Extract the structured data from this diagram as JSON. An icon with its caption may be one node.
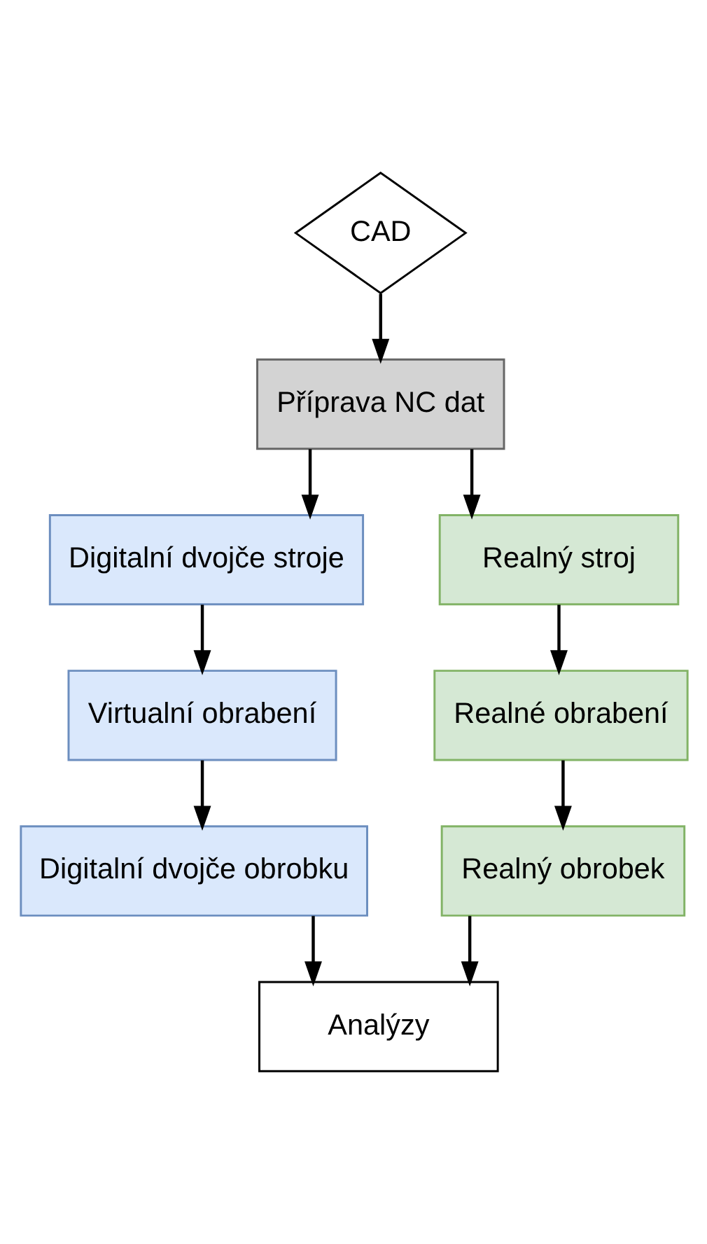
{
  "diagram": {
    "nodes": [
      {
        "text": [
          "CAD"
        ]
      },
      {
        "text": [
          "Příprava NC dat"
        ]
      },
      {
        "text": [
          "Digitalní dvojče stroje"
        ]
      },
      {
        "text": [
          "Realný stroj"
        ]
      },
      {
        "text": [
          "Virtualní obrabení"
        ]
      },
      {
        "text": [
          "Realné obrabení"
        ]
      },
      {
        "text": [
          "Digitalní dvojče obrobku"
        ]
      },
      {
        "text": [
          "Realný obrobek"
        ]
      },
      {
        "text": [
          "Analýzy"
        ]
      }
    ],
    "edges": [
      {
        "from": 0,
        "to": 1,
        "arrow": "to"
      },
      {
        "from": 1,
        "to": 2,
        "arrow": "to"
      },
      {
        "from": 1,
        "to": 3,
        "arrow": "to"
      },
      {
        "from": 2,
        "to": 4,
        "arrow": "to"
      },
      {
        "from": 3,
        "to": 5,
        "arrow": "to"
      },
      {
        "from": 4,
        "to": 6,
        "arrow": "to"
      },
      {
        "from": 5,
        "to": 7,
        "arrow": "to"
      },
      {
        "from": 6,
        "to": 8,
        "arrow": "to"
      },
      {
        "from": 7,
        "to": 8,
        "arrow": "to"
      }
    ]
  }
}
